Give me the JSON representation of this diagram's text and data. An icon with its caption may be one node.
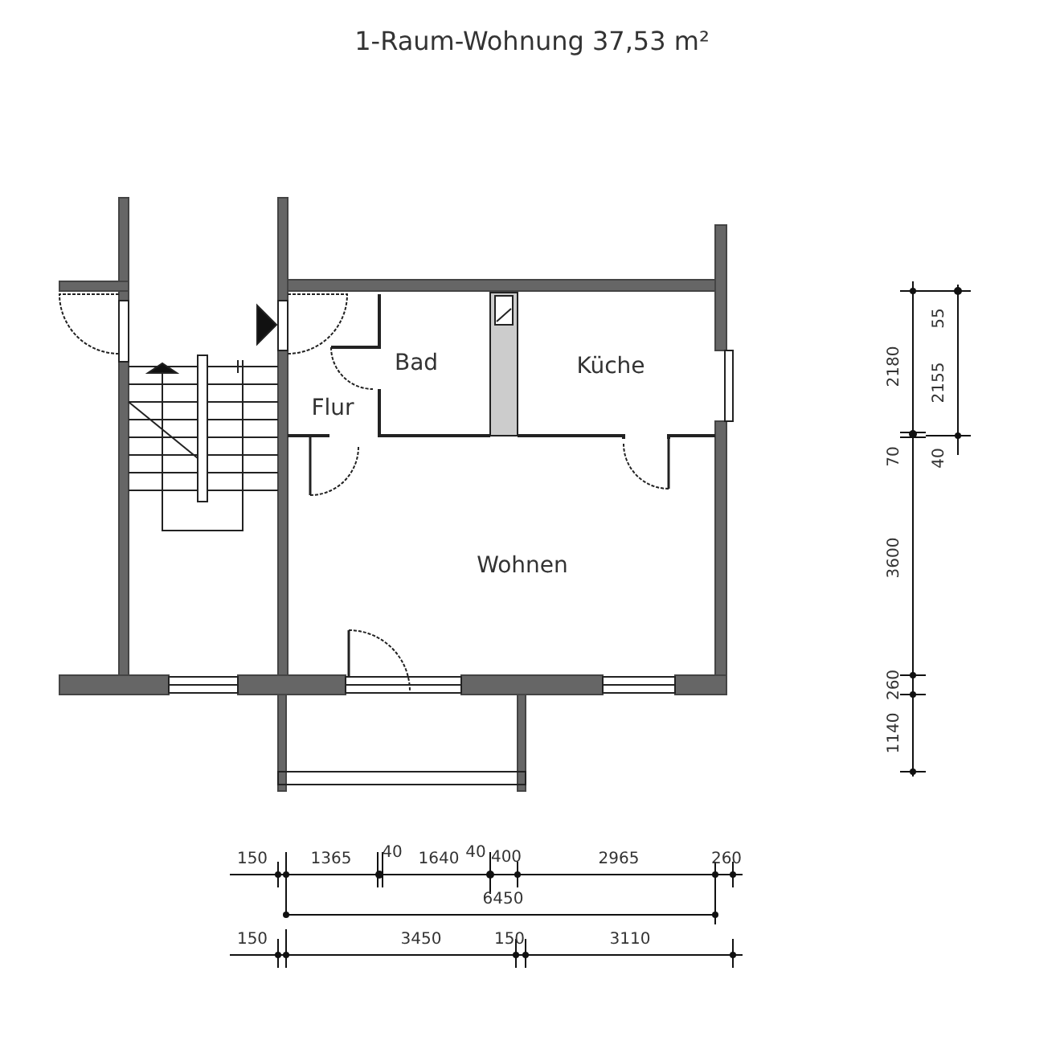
{
  "diagram": {
    "title": "1-Raum-Wohnung   37,53 m²",
    "labels": [
      "Bad",
      "Küche",
      "Flur",
      "Wohnen",
      "55",
      "2180",
      "2155",
      "70",
      "40",
      "3600",
      "260",
      "1140",
      "150",
      "1365",
      "40",
      "1640",
      "40",
      "400",
      "2965",
      "260",
      "6450",
      "150",
      "3450",
      "150",
      "3110"
    ]
  }
}
